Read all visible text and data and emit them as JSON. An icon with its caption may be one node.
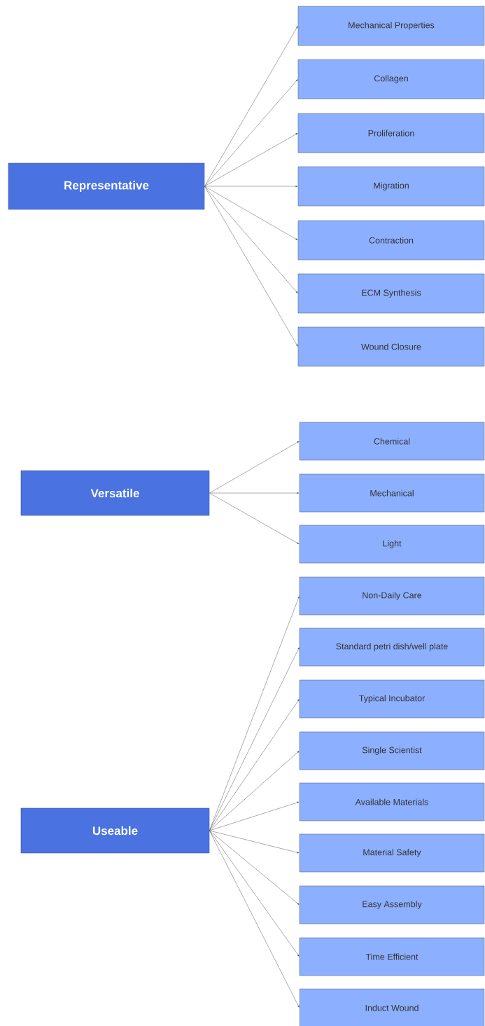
{
  "diagram": {
    "nodes": [
      {
        "text": [
          "Representative"
        ]
      },
      {
        "text": [
          "Mechanical Properties"
        ]
      },
      {
        "text": [
          "Collagen"
        ]
      },
      {
        "text": [
          "Proliferation"
        ]
      },
      {
        "text": [
          "Migration"
        ]
      },
      {
        "text": [
          "Contraction"
        ]
      },
      {
        "text": [
          "ECM Synthesis"
        ]
      },
      {
        "text": [
          "Wound Closure"
        ]
      },
      {
        "text": [
          "Versatile"
        ]
      },
      {
        "text": [
          "Chemical"
        ]
      },
      {
        "text": [
          "Mechanical"
        ]
      },
      {
        "text": [
          "Light"
        ]
      },
      {
        "text": [
          "Useable"
        ]
      },
      {
        "text": [
          "Non-Daily Care"
        ]
      },
      {
        "text": [
          "Standard petri dish/well plate"
        ]
      },
      {
        "text": [
          "Typical Incubator"
        ]
      },
      {
        "text": [
          "Single Scientist"
        ]
      },
      {
        "text": [
          "Available Materials"
        ]
      },
      {
        "text": [
          "Material Safety"
        ]
      },
      {
        "text": [
          "Easy Assembly"
        ]
      },
      {
        "text": [
          "Time Efficient"
        ]
      },
      {
        "text": [
          "Induct Wound"
        ]
      }
    ],
    "edges": [
      {
        "from": 0,
        "to": 1,
        "arrow": "to"
      },
      {
        "from": 0,
        "to": 2,
        "arrow": "to"
      },
      {
        "from": 0,
        "to": 3,
        "arrow": "to"
      },
      {
        "from": 0,
        "to": 4,
        "arrow": "to"
      },
      {
        "from": 0,
        "to": 5,
        "arrow": "to"
      },
      {
        "from": 0,
        "to": 6,
        "arrow": "to"
      },
      {
        "from": 0,
        "to": 7,
        "arrow": "to"
      },
      {
        "from": 8,
        "to": 9,
        "arrow": "to"
      },
      {
        "from": 8,
        "to": 10,
        "arrow": "to"
      },
      {
        "from": 8,
        "to": 11,
        "arrow": "to"
      },
      {
        "from": 12,
        "to": 13,
        "arrow": "to"
      },
      {
        "from": 12,
        "to": 14,
        "arrow": "to"
      },
      {
        "from": 12,
        "to": 15,
        "arrow": "to"
      },
      {
        "from": 12,
        "to": 16,
        "arrow": "to"
      },
      {
        "from": 12,
        "to": 17,
        "arrow": "to"
      },
      {
        "from": 12,
        "to": 18,
        "arrow": "to"
      },
      {
        "from": 12,
        "to": 19,
        "arrow": "to"
      },
      {
        "from": 12,
        "to": 20,
        "arrow": "to"
      },
      {
        "from": 12,
        "to": 21,
        "arrow": "to"
      }
    ]
  }
}
